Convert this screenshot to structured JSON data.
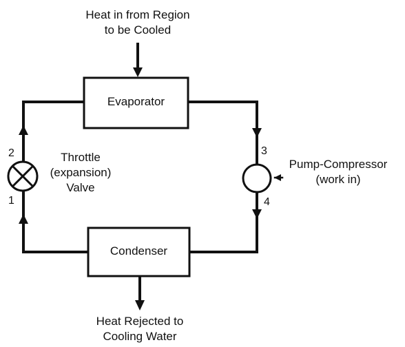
{
  "colors": {
    "line": "#111111",
    "background": "#ffffff"
  },
  "heat_in": {
    "line1": "Heat in from Region",
    "line2": "to be Cooled"
  },
  "evaporator": {
    "label": "Evaporator"
  },
  "condenser": {
    "label": "Condenser"
  },
  "throttle": {
    "line1": "Throttle",
    "line2": "(expansion)",
    "line3": "Valve",
    "icon": "valve-x-circle"
  },
  "pump": {
    "line1": "Pump-Compressor",
    "line2": "(work in)",
    "icon": "circle"
  },
  "heat_out": {
    "line1": "Heat Rejected to",
    "line2": "Cooling Water"
  },
  "state_points": {
    "p1": "1",
    "p2": "2",
    "p3": "3",
    "p4": "4"
  }
}
